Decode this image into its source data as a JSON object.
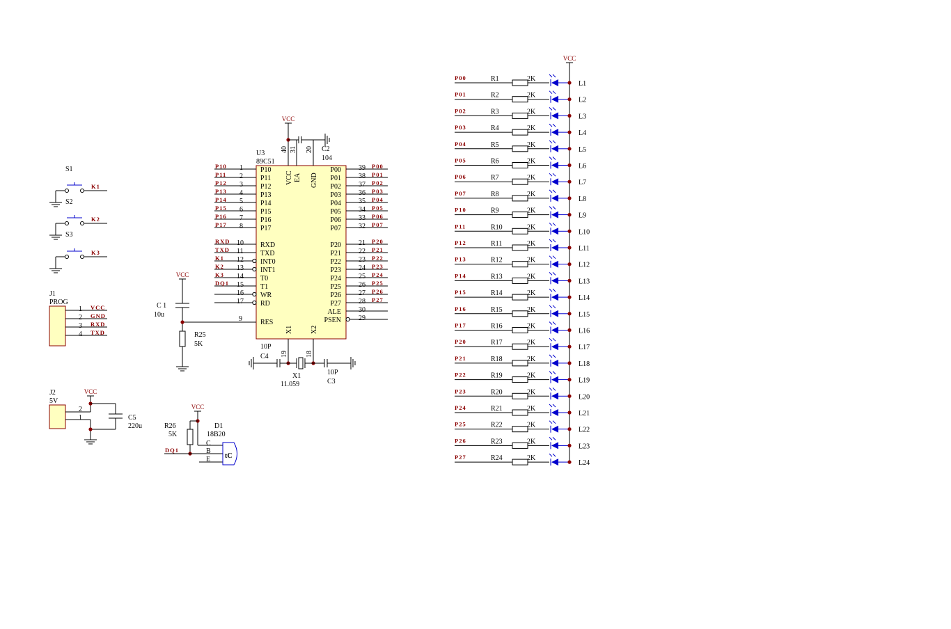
{
  "power": {
    "vcc": "VCC"
  },
  "mcu": {
    "ref": "U3",
    "part": "89C51",
    "top_pins": {
      "vcc_num": "40",
      "ea_num": "31",
      "gnd_num": "20",
      "vcc": "VCC",
      "ea": "EA",
      "gnd": "GND"
    },
    "bottom_pins": {
      "x1_num": "19",
      "x2_num": "18",
      "x1": "X1",
      "x2": "X2"
    },
    "left_port1": [
      {
        "num": "1",
        "name": "P10",
        "net": "P10"
      },
      {
        "num": "2",
        "name": "P11",
        "net": "P11"
      },
      {
        "num": "3",
        "name": "P12",
        "net": "P12"
      },
      {
        "num": "4",
        "name": "P13",
        "net": "P13"
      },
      {
        "num": "5",
        "name": "P14",
        "net": "P14"
      },
      {
        "num": "6",
        "name": "P15",
        "net": "P15"
      },
      {
        "num": "7",
        "name": "P16",
        "net": "P16"
      },
      {
        "num": "8",
        "name": "P17",
        "net": "P17"
      }
    ],
    "left_port3": [
      {
        "num": "10",
        "name": "RXD",
        "net": "RXD",
        "inv": false
      },
      {
        "num": "11",
        "name": "TXD",
        "net": "TXD",
        "inv": false
      },
      {
        "num": "12",
        "name": "INT0",
        "net": "K1",
        "inv": true
      },
      {
        "num": "13",
        "name": "INT1",
        "net": "K2",
        "inv": true
      },
      {
        "num": "14",
        "name": "T0",
        "net": "K3",
        "inv": false
      },
      {
        "num": "15",
        "name": "T1",
        "net": "DQ1",
        "inv": false
      },
      {
        "num": "16",
        "name": "WR",
        "net": "",
        "inv": true
      },
      {
        "num": "17",
        "name": "RD",
        "net": "",
        "inv": true
      }
    ],
    "res": {
      "num": "9",
      "name": "RES"
    },
    "right_port0": [
      {
        "num": "39",
        "name": "P00",
        "net": "P00"
      },
      {
        "num": "38",
        "name": "P01",
        "net": "P01"
      },
      {
        "num": "37",
        "name": "P02",
        "net": "P02"
      },
      {
        "num": "36",
        "name": "P03",
        "net": "P03"
      },
      {
        "num": "35",
        "name": "P04",
        "net": "P04"
      },
      {
        "num": "34",
        "name": "P05",
        "net": "P05"
      },
      {
        "num": "33",
        "name": "P06",
        "net": "P06"
      },
      {
        "num": "32",
        "name": "P07",
        "net": "P07"
      }
    ],
    "right_port2": [
      {
        "num": "21",
        "name": "P20",
        "net": "P20",
        "inv": false
      },
      {
        "num": "22",
        "name": "P21",
        "net": "P21",
        "inv": false
      },
      {
        "num": "23",
        "name": "P22",
        "net": "P22",
        "inv": false
      },
      {
        "num": "24",
        "name": "P23",
        "net": "P23",
        "inv": false
      },
      {
        "num": "25",
        "name": "P24",
        "net": "P24",
        "inv": false
      },
      {
        "num": "26",
        "name": "P25",
        "net": "P25",
        "inv": false
      },
      {
        "num": "27",
        "name": "P26",
        "net": "P26",
        "inv": false
      },
      {
        "num": "28",
        "name": "P27",
        "net": "P27",
        "inv": false
      },
      {
        "num": "30",
        "name": "ALE",
        "net": "",
        "inv": false
      },
      {
        "num": "29",
        "name": "PSEN",
        "net": "",
        "inv": true
      }
    ]
  },
  "caps": {
    "c1": {
      "ref": "C 1",
      "value": "10u"
    },
    "c2": {
      "ref": "C2",
      "value": "104"
    },
    "c3": {
      "ref": "C3",
      "value": "10P"
    },
    "c4": {
      "ref": "C4",
      "value": "10P"
    },
    "c5": {
      "ref": "C5",
      "value": "220u"
    }
  },
  "crystal": {
    "ref": "X1",
    "value": "11.059"
  },
  "r25": {
    "ref": "R25",
    "value": "5K"
  },
  "r26": {
    "ref": "R26",
    "value": "5K"
  },
  "switches": [
    {
      "ref": "S1",
      "net": "K1"
    },
    {
      "ref": "S2",
      "net": "K2"
    },
    {
      "ref": "S3",
      "net": "K3"
    }
  ],
  "j1": {
    "ref": "J1",
    "value": "PROG",
    "pins": [
      {
        "num": "1",
        "net": "VCC"
      },
      {
        "num": "2",
        "net": "GND"
      },
      {
        "num": "3",
        "net": "RXD"
      },
      {
        "num": "4",
        "net": "TXD"
      }
    ]
  },
  "j2": {
    "ref": "J2",
    "value": "5V",
    "pins": [
      {
        "num": "2"
      },
      {
        "num": "1"
      }
    ]
  },
  "d1": {
    "ref": "D1",
    "value": "18B20",
    "pins": [
      "C",
      "B",
      "E"
    ],
    "sensor_glyph": "tC",
    "net": "DQ1"
  },
  "led_array": {
    "resistor_value": "2K",
    "rows": [
      {
        "net": "P00",
        "res": "R1",
        "led": "L1"
      },
      {
        "net": "P01",
        "res": "R2",
        "led": "L2"
      },
      {
        "net": "P02",
        "res": "R3",
        "led": "L3"
      },
      {
        "net": "P03",
        "res": "R4",
        "led": "L4"
      },
      {
        "net": "P04",
        "res": "R5",
        "led": "L5"
      },
      {
        "net": "P05",
        "res": "R6",
        "led": "L6"
      },
      {
        "net": "P06",
        "res": "R7",
        "led": "L7"
      },
      {
        "net": "P07",
        "res": "R8",
        "led": "L8"
      },
      {
        "net": "P10",
        "res": "R9",
        "led": "L9"
      },
      {
        "net": "P11",
        "res": "R10",
        "led": "L10"
      },
      {
        "net": "P12",
        "res": "R11",
        "led": "L11"
      },
      {
        "net": "P13",
        "res": "R12",
        "led": "L12"
      },
      {
        "net": "P14",
        "res": "R13",
        "led": "L13"
      },
      {
        "net": "P15",
        "res": "R14",
        "led": "L14"
      },
      {
        "net": "P16",
        "res": "R15",
        "led": "L15"
      },
      {
        "net": "P17",
        "res": "R16",
        "led": "L16"
      },
      {
        "net": "P20",
        "res": "R17",
        "led": "L17"
      },
      {
        "net": "P21",
        "res": "R18",
        "led": "L18"
      },
      {
        "net": "P22",
        "res": "R19",
        "led": "L19"
      },
      {
        "net": "P23",
        "res": "R20",
        "led": "L20"
      },
      {
        "net": "P24",
        "res": "R21",
        "led": "L21"
      },
      {
        "net": "P25",
        "res": "R22",
        "led": "L22"
      },
      {
        "net": "P26",
        "res": "R23",
        "led": "L23"
      },
      {
        "net": "P27",
        "res": "R24",
        "led": "L24"
      }
    ]
  }
}
